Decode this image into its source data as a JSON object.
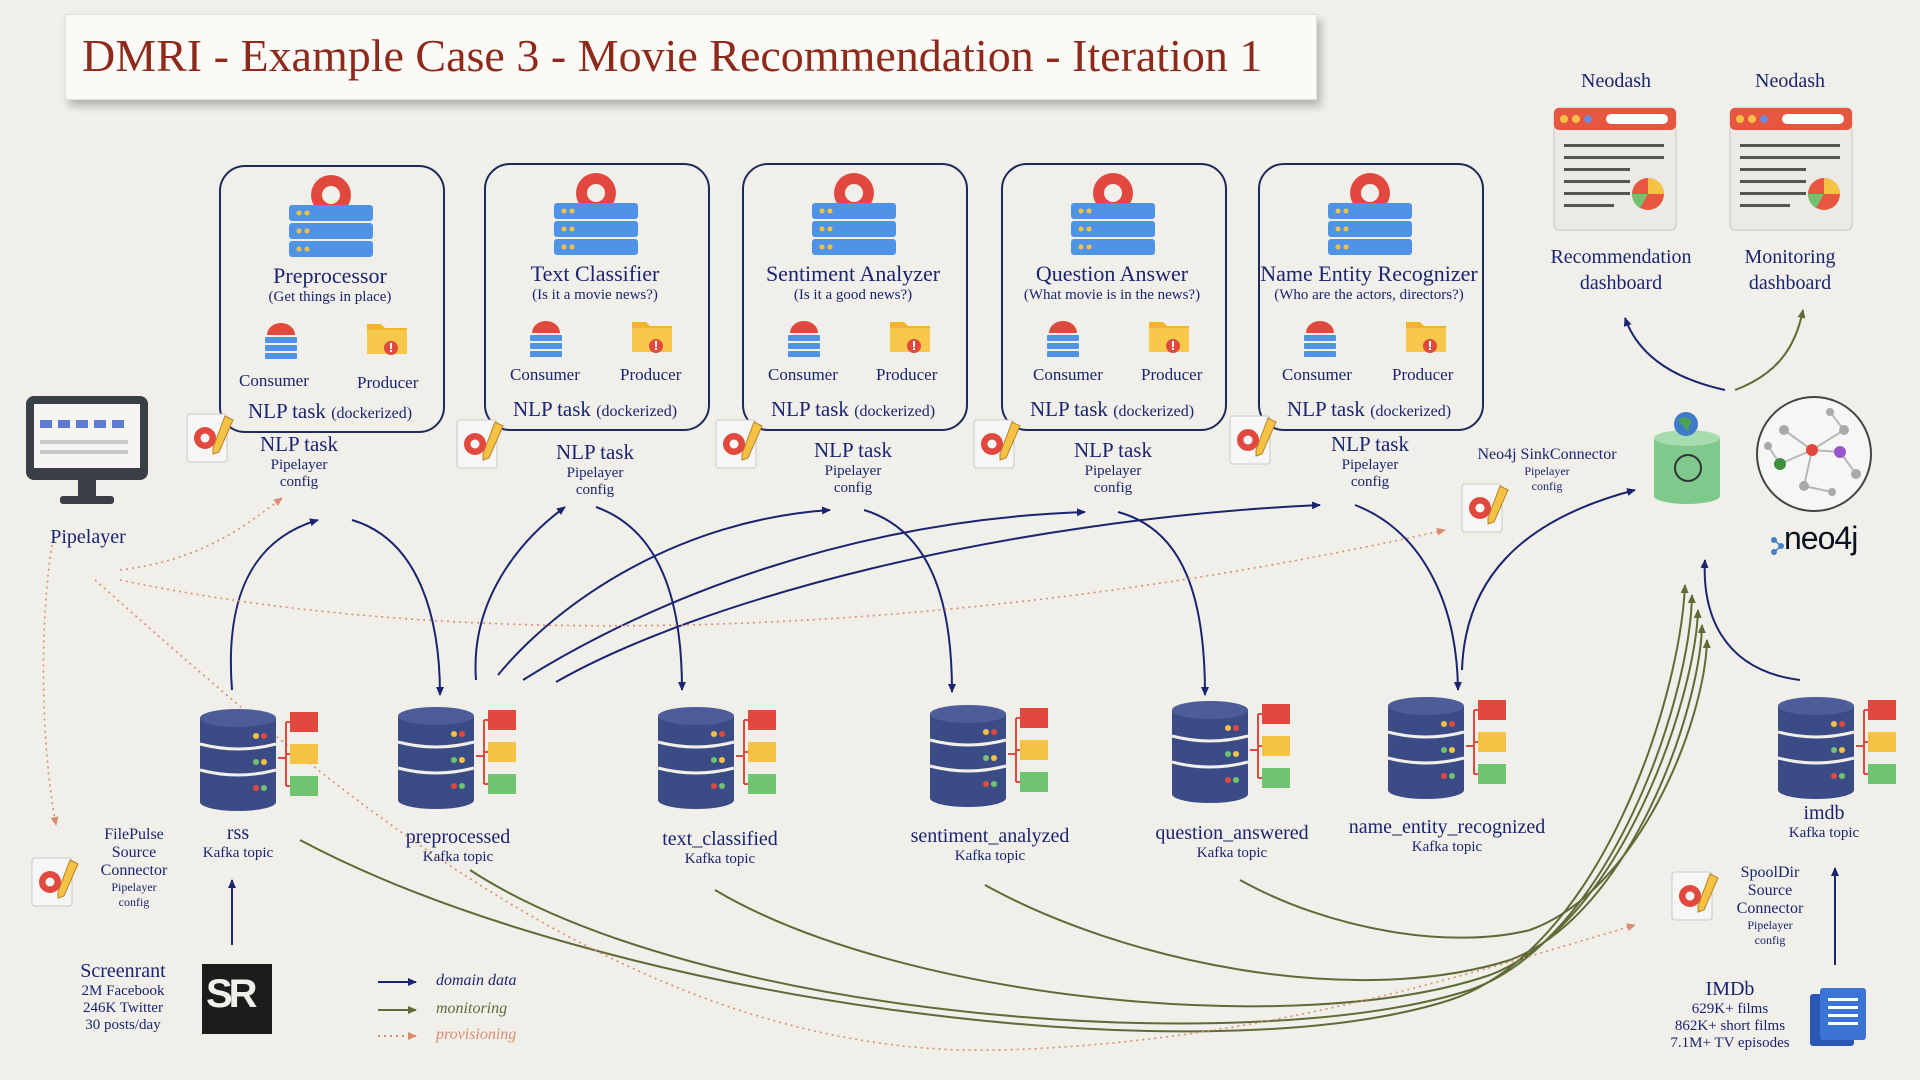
{
  "title": "DMRI - Example Case 3 - Movie Recommendation - Iteration 1",
  "colors": {
    "domain": "#1a2470",
    "monitoring": "#5e6b36",
    "provisioning": "#d98c6f",
    "title": "#8e2a1c"
  },
  "pipelayer": {
    "label": "Pipelayer"
  },
  "nlp_tasks": [
    {
      "name": "Preprocessor",
      "desc": "(Get things in place)",
      "consumer": "Consumer",
      "producer": "Producer",
      "footer": "NLP task",
      "footer_small": "(dockerized)",
      "cfg_title": "NLP task",
      "cfg_l1": "Pipelayer",
      "cfg_l2": "config"
    },
    {
      "name": "Text Classifier",
      "desc": "(Is it a movie news?)",
      "consumer": "Consumer",
      "producer": "Producer",
      "footer": "NLP task",
      "footer_small": "(dockerized)",
      "cfg_title": "NLP task",
      "cfg_l1": "Pipelayer",
      "cfg_l2": "config"
    },
    {
      "name": "Sentiment Analyzer",
      "desc": "(Is it a good news?)",
      "consumer": "Consumer",
      "producer": "Producer",
      "footer": "NLP task",
      "footer_small": "(dockerized)",
      "cfg_title": "NLP task",
      "cfg_l1": "Pipelayer",
      "cfg_l2": "config"
    },
    {
      "name": "Question Answer",
      "desc": "(What movie is in the news?)",
      "consumer": "Consumer",
      "producer": "Producer",
      "footer": "NLP task",
      "footer_small": "(dockerized)",
      "cfg_title": "NLP task",
      "cfg_l1": "Pipelayer",
      "cfg_l2": "config"
    },
    {
      "name": "Name Entity Recognizer",
      "desc": "(Who are the actors, directors?)",
      "consumer": "Consumer",
      "producer": "Producer",
      "footer": "NLP task",
      "footer_small": "(dockerized)",
      "cfg_title": "NLP task",
      "cfg_l1": "Pipelayer",
      "cfg_l2": "config"
    }
  ],
  "topics": [
    {
      "name": "rss",
      "sub": "Kafka topic"
    },
    {
      "name": "preprocessed",
      "sub": "Kafka topic"
    },
    {
      "name": "text_classified",
      "sub": "Kafka topic"
    },
    {
      "name": "sentiment_analyzed",
      "sub": "Kafka topic"
    },
    {
      "name": "question_answered",
      "sub": "Kafka topic"
    },
    {
      "name": "name_entity_recognized",
      "sub": "Kafka topic"
    },
    {
      "name": "imdb",
      "sub": "Kafka topic"
    }
  ],
  "dashboards": [
    {
      "top": "Neodash",
      "l1": "Recommendation",
      "l2": "dashboard"
    },
    {
      "top": "Neodash",
      "l1": "Monitoring",
      "l2": "dashboard"
    }
  ],
  "sink": {
    "title": "Neo4j SinkConnector",
    "l1": "Pipelayer",
    "l2": "config"
  },
  "neo4j_logo": "neo4j",
  "filepulse": {
    "l1": "FilePulse",
    "l2": "Source",
    "l3": "Connector",
    "l4": "Pipelayer",
    "l5": "config"
  },
  "spooldir": {
    "l1": "SpoolDir",
    "l2": "Source",
    "l3": "Connector",
    "l4": "Pipelayer",
    "l5": "config"
  },
  "screenrant": {
    "name": "Screenrant",
    "l1": "2M Facebook",
    "l2": "246K Twitter",
    "l3": "30 posts/day",
    "logo": "SR"
  },
  "imdb_src": {
    "name": "IMDb",
    "l1": "629K+ films",
    "l2": "862K+ short films",
    "l3": "7.1M+ TV episodes"
  },
  "legend": {
    "domain": "domain data",
    "monitoring": "monitoring",
    "provisioning": "provisioning"
  }
}
